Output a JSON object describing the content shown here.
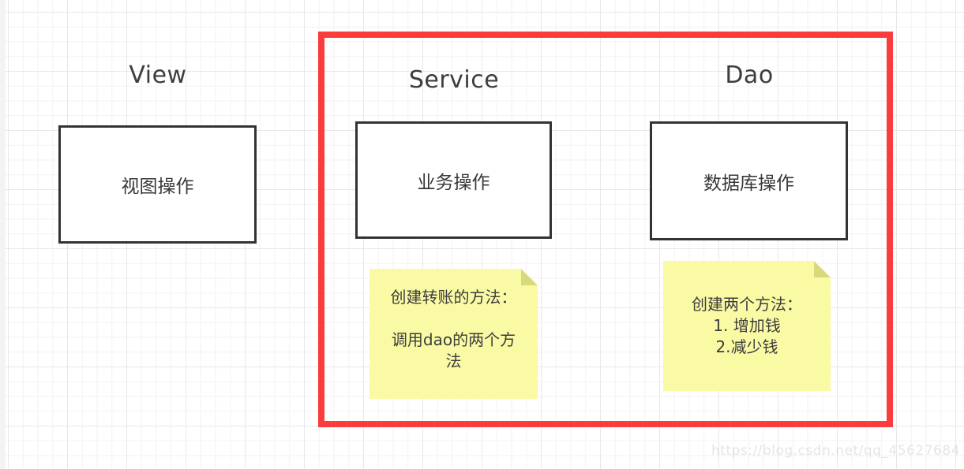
{
  "columns": [
    {
      "title": "View",
      "box_label": "视图操作"
    },
    {
      "title": "Service",
      "box_label": "业务操作"
    },
    {
      "title": "Dao",
      "box_label": "数据库操作"
    }
  ],
  "notes": [
    {
      "lines": [
        "创建转账的方法：",
        "",
        "调用dao的两个方",
        "法"
      ]
    },
    {
      "lines": [
        "创建两个方法：",
        "1. 增加钱",
        "2.减少钱"
      ]
    }
  ],
  "highlight": {
    "color": "#fa3c3c"
  },
  "colors": {
    "box_border": "#333333",
    "note_background": "#fafaa5",
    "note_fold": "#d8d87c",
    "text": "#3c3c3c",
    "grid_minor": "#f2f2f2",
    "grid_major": "#e8e8e8"
  },
  "watermark": "https://blog.csdn.net/qq_45627684"
}
